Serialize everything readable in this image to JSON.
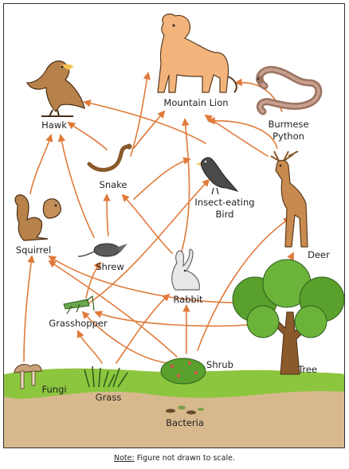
{
  "colors": {
    "arrow": "#e07a3a",
    "border": "#333333",
    "ground_grass": "#8cc63f",
    "ground_soil": "#d8b98e",
    "lion": "#f3b47c",
    "tree_leaf": "#5aa02c",
    "trunk": "#8a5a2b"
  },
  "organisms": {
    "mountain_lion": "Mountain Lion",
    "hawk": "Hawk",
    "burmese_python_1": "Burmese",
    "burmese_python_2": "Python",
    "snake": "Snake",
    "insect_bird_1": "Insect-eating",
    "insect_bird_2": "Bird",
    "deer": "Deer",
    "squirrel": "Squirrel",
    "shrew": "Shrew",
    "rabbit": "Rabbit",
    "grasshopper": "Grasshopper",
    "shrub": "Shrub",
    "tree": "Tree",
    "fungi": "Fungi",
    "grass": "Grass",
    "bacteria": "Bacteria"
  },
  "note": {
    "prefix": "Note:",
    "text": " Figure not drawn to scale."
  }
}
